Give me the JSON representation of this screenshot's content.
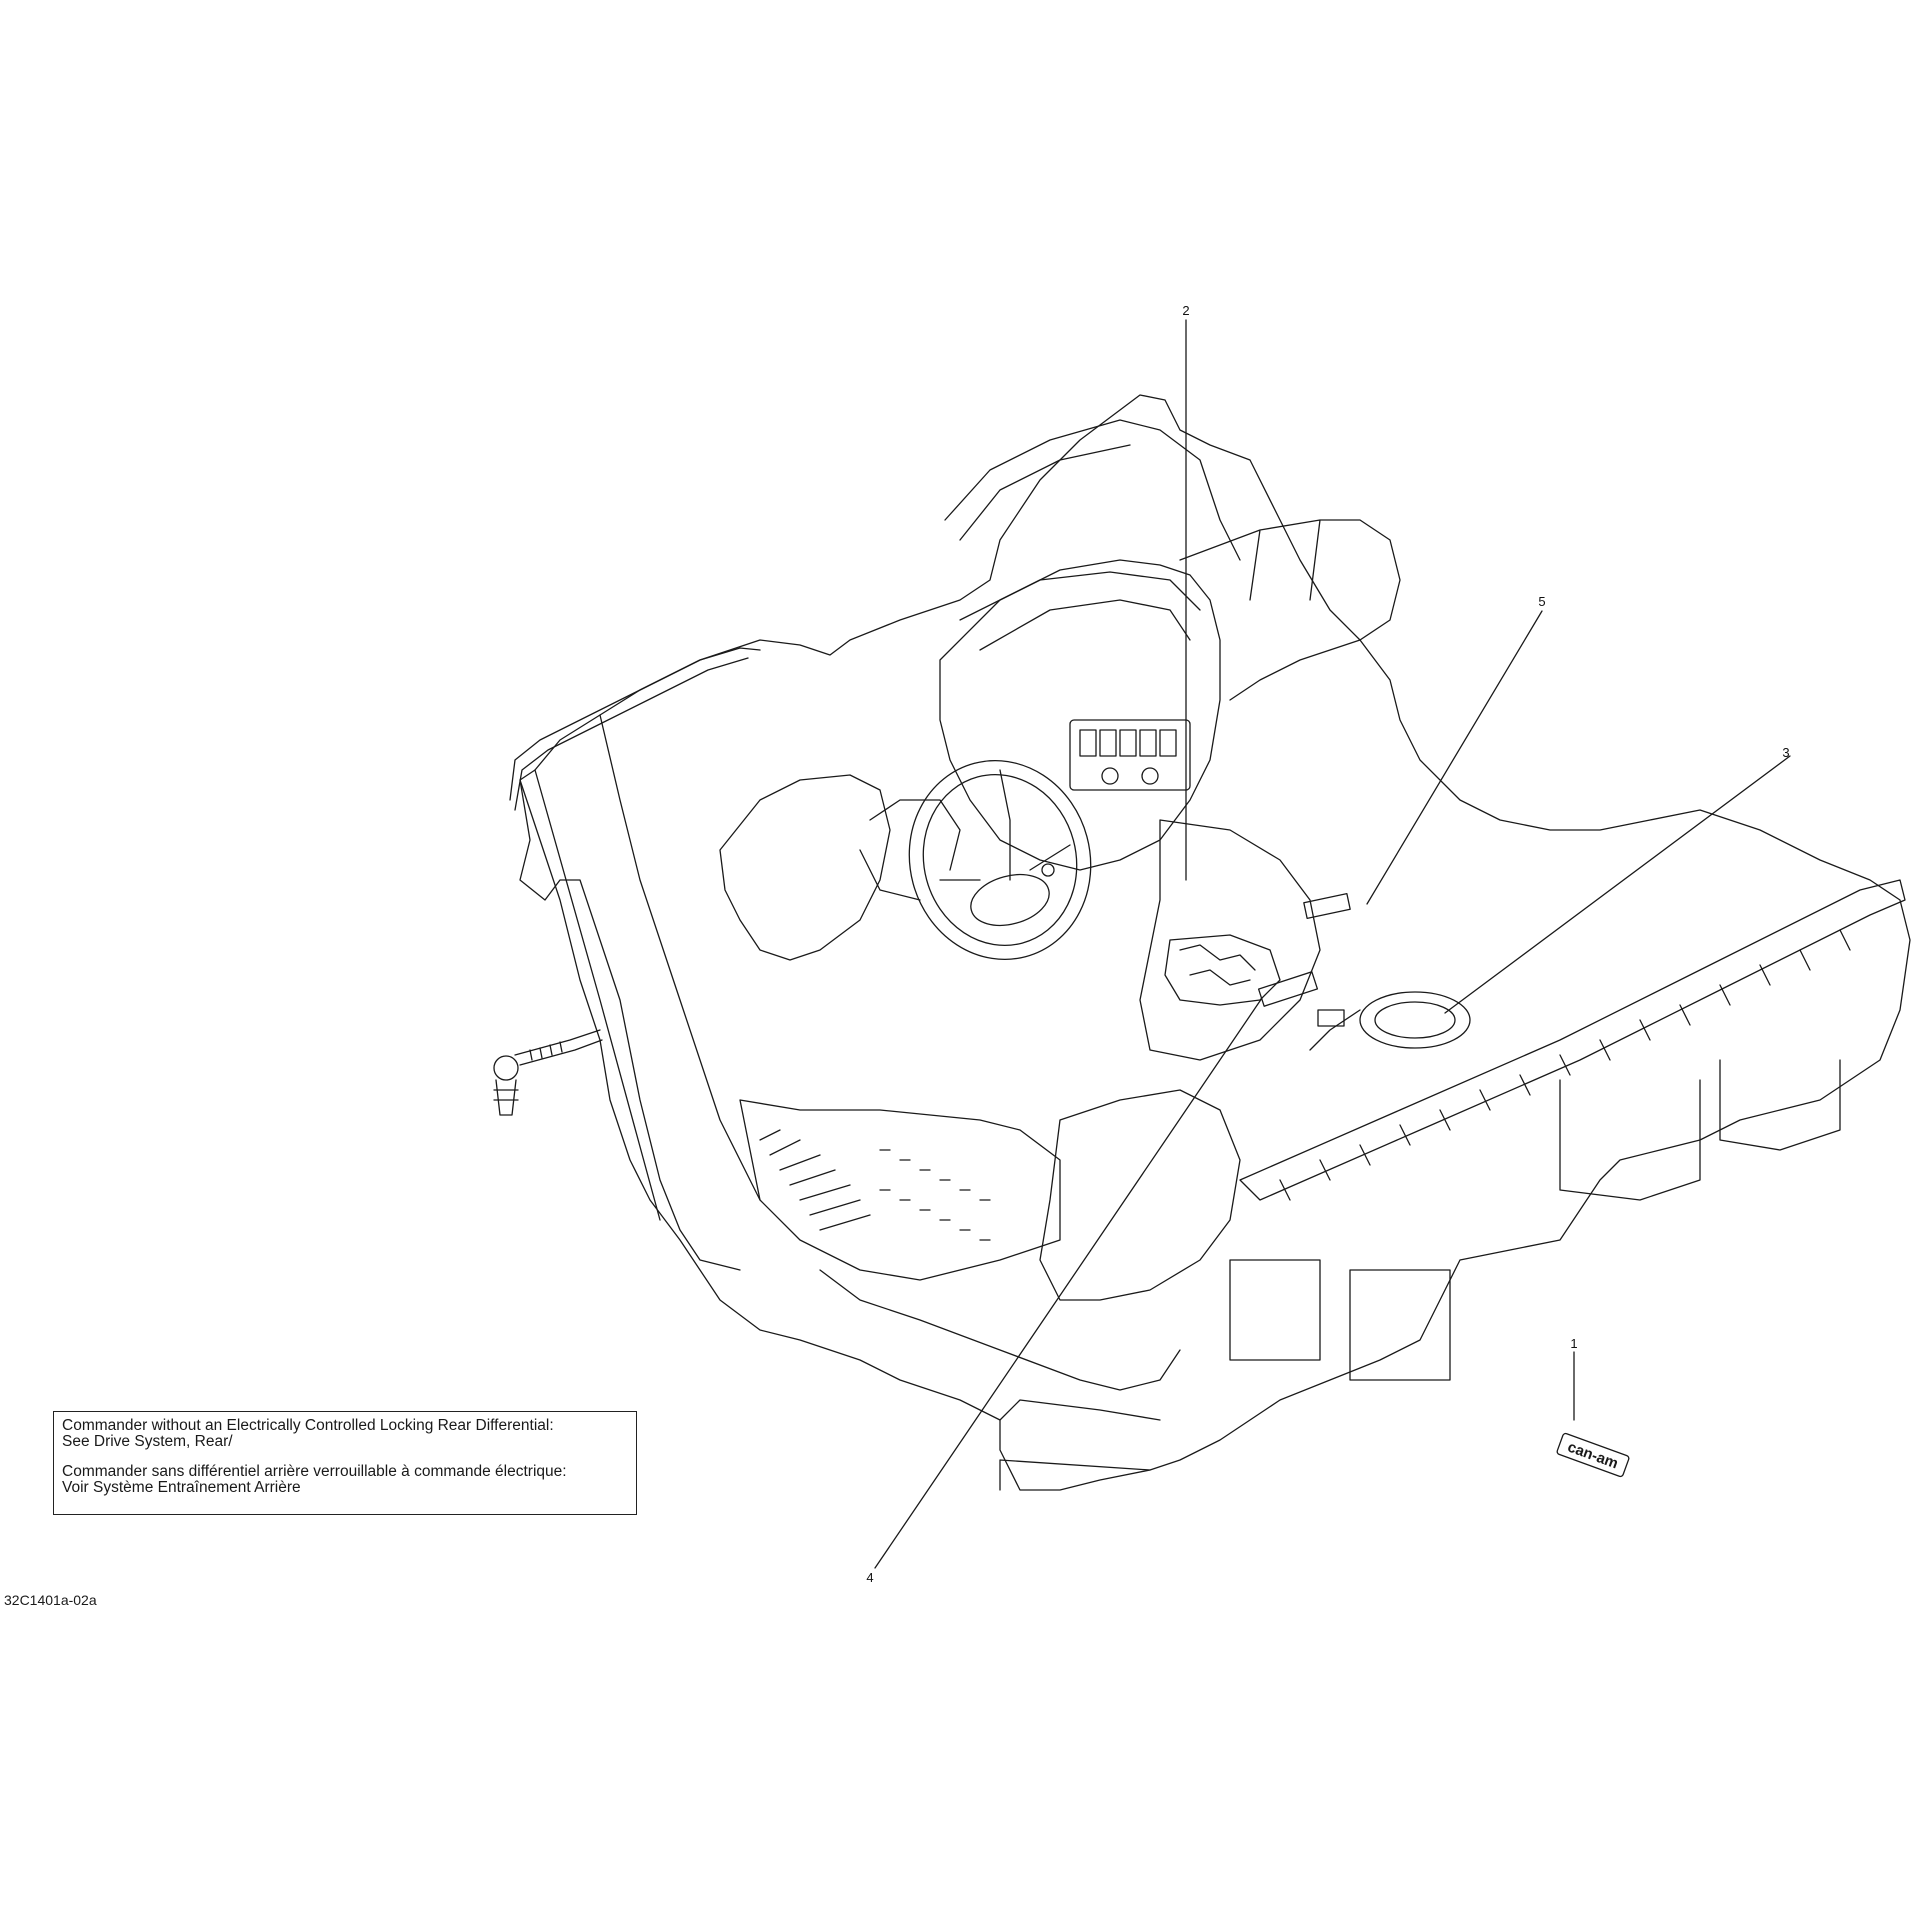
{
  "diagram": {
    "callouts": [
      {
        "id": "1",
        "label": "1"
      },
      {
        "id": "2",
        "label": "2"
      },
      {
        "id": "3",
        "label": "3"
      },
      {
        "id": "4",
        "label": "4"
      },
      {
        "id": "5",
        "label": "5"
      }
    ],
    "logo_text": "can-am"
  },
  "note": {
    "english": "Commander without an Electrically Controlled Locking Rear Differential:\nSee Drive System, Rear/",
    "french": "Commander sans différentiel arrière verrouillable à commande électrique:\nVoir Système Entraînement Arrière"
  },
  "reference_code": "32C1401a-02a",
  "colors": {
    "line": "#1a1a1a",
    "background": "#ffffff"
  }
}
